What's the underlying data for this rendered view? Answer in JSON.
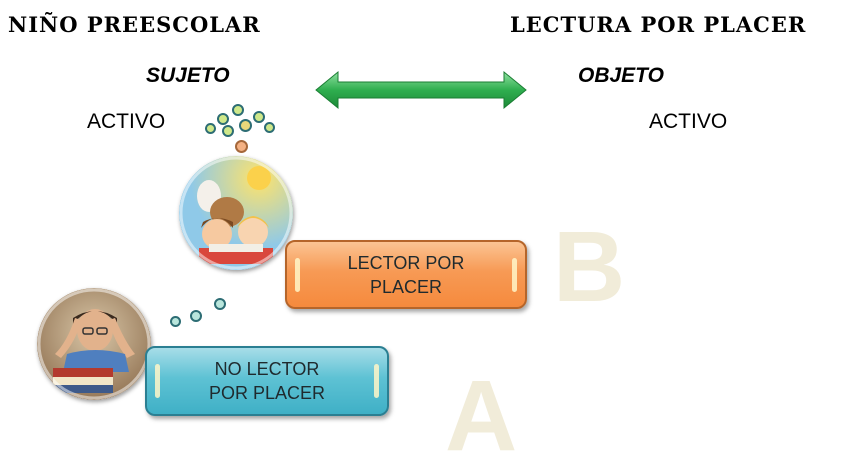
{
  "headings": {
    "left": "NIÑO PREESCOLAR",
    "right": "LECTURA POR PLACER"
  },
  "roles": {
    "subject": "SUJETO",
    "object": "OBJETO"
  },
  "states": {
    "subject_state": "ACTIVO",
    "object_state": "ACTIVO"
  },
  "boxes": {
    "upper": "LECTOR POR\nPLACER",
    "lower": "NO LECTOR\nPOR PLACER"
  },
  "letters": {
    "upper": "B",
    "lower": "A"
  },
  "colors": {
    "arrow": "#2fae4f",
    "upper_box": "#f79a55",
    "lower_box": "#5ec2d4",
    "letter": "#f1ecd9"
  },
  "icons": {
    "arrow": "double-headed-arrow-icon",
    "top_photo": "children-reading-photo",
    "bottom_photo": "bored-reader-photo"
  }
}
